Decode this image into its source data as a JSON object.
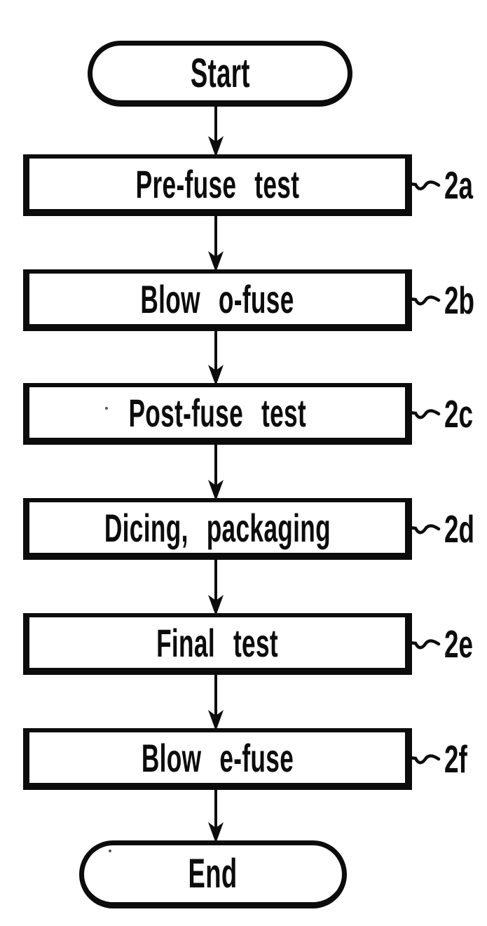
{
  "flowchart": {
    "kind": "flowchart",
    "flow_direction": "top-to-bottom",
    "start_label": "Start",
    "end_label": "End",
    "steps": [
      {
        "label": "Pre-fuse test",
        "ref": "2a"
      },
      {
        "label": "Blow o-fuse",
        "ref": "2b"
      },
      {
        "label": "Post-fuse test",
        "ref": "2c"
      },
      {
        "label": "Dicing, packaging",
        "ref": "2d"
      },
      {
        "label": "Final test",
        "ref": "2e"
      },
      {
        "label": "Blow e-fuse",
        "ref": "2f"
      }
    ],
    "ink_color": "#0c0c0c",
    "background_color": "#ffffff"
  }
}
